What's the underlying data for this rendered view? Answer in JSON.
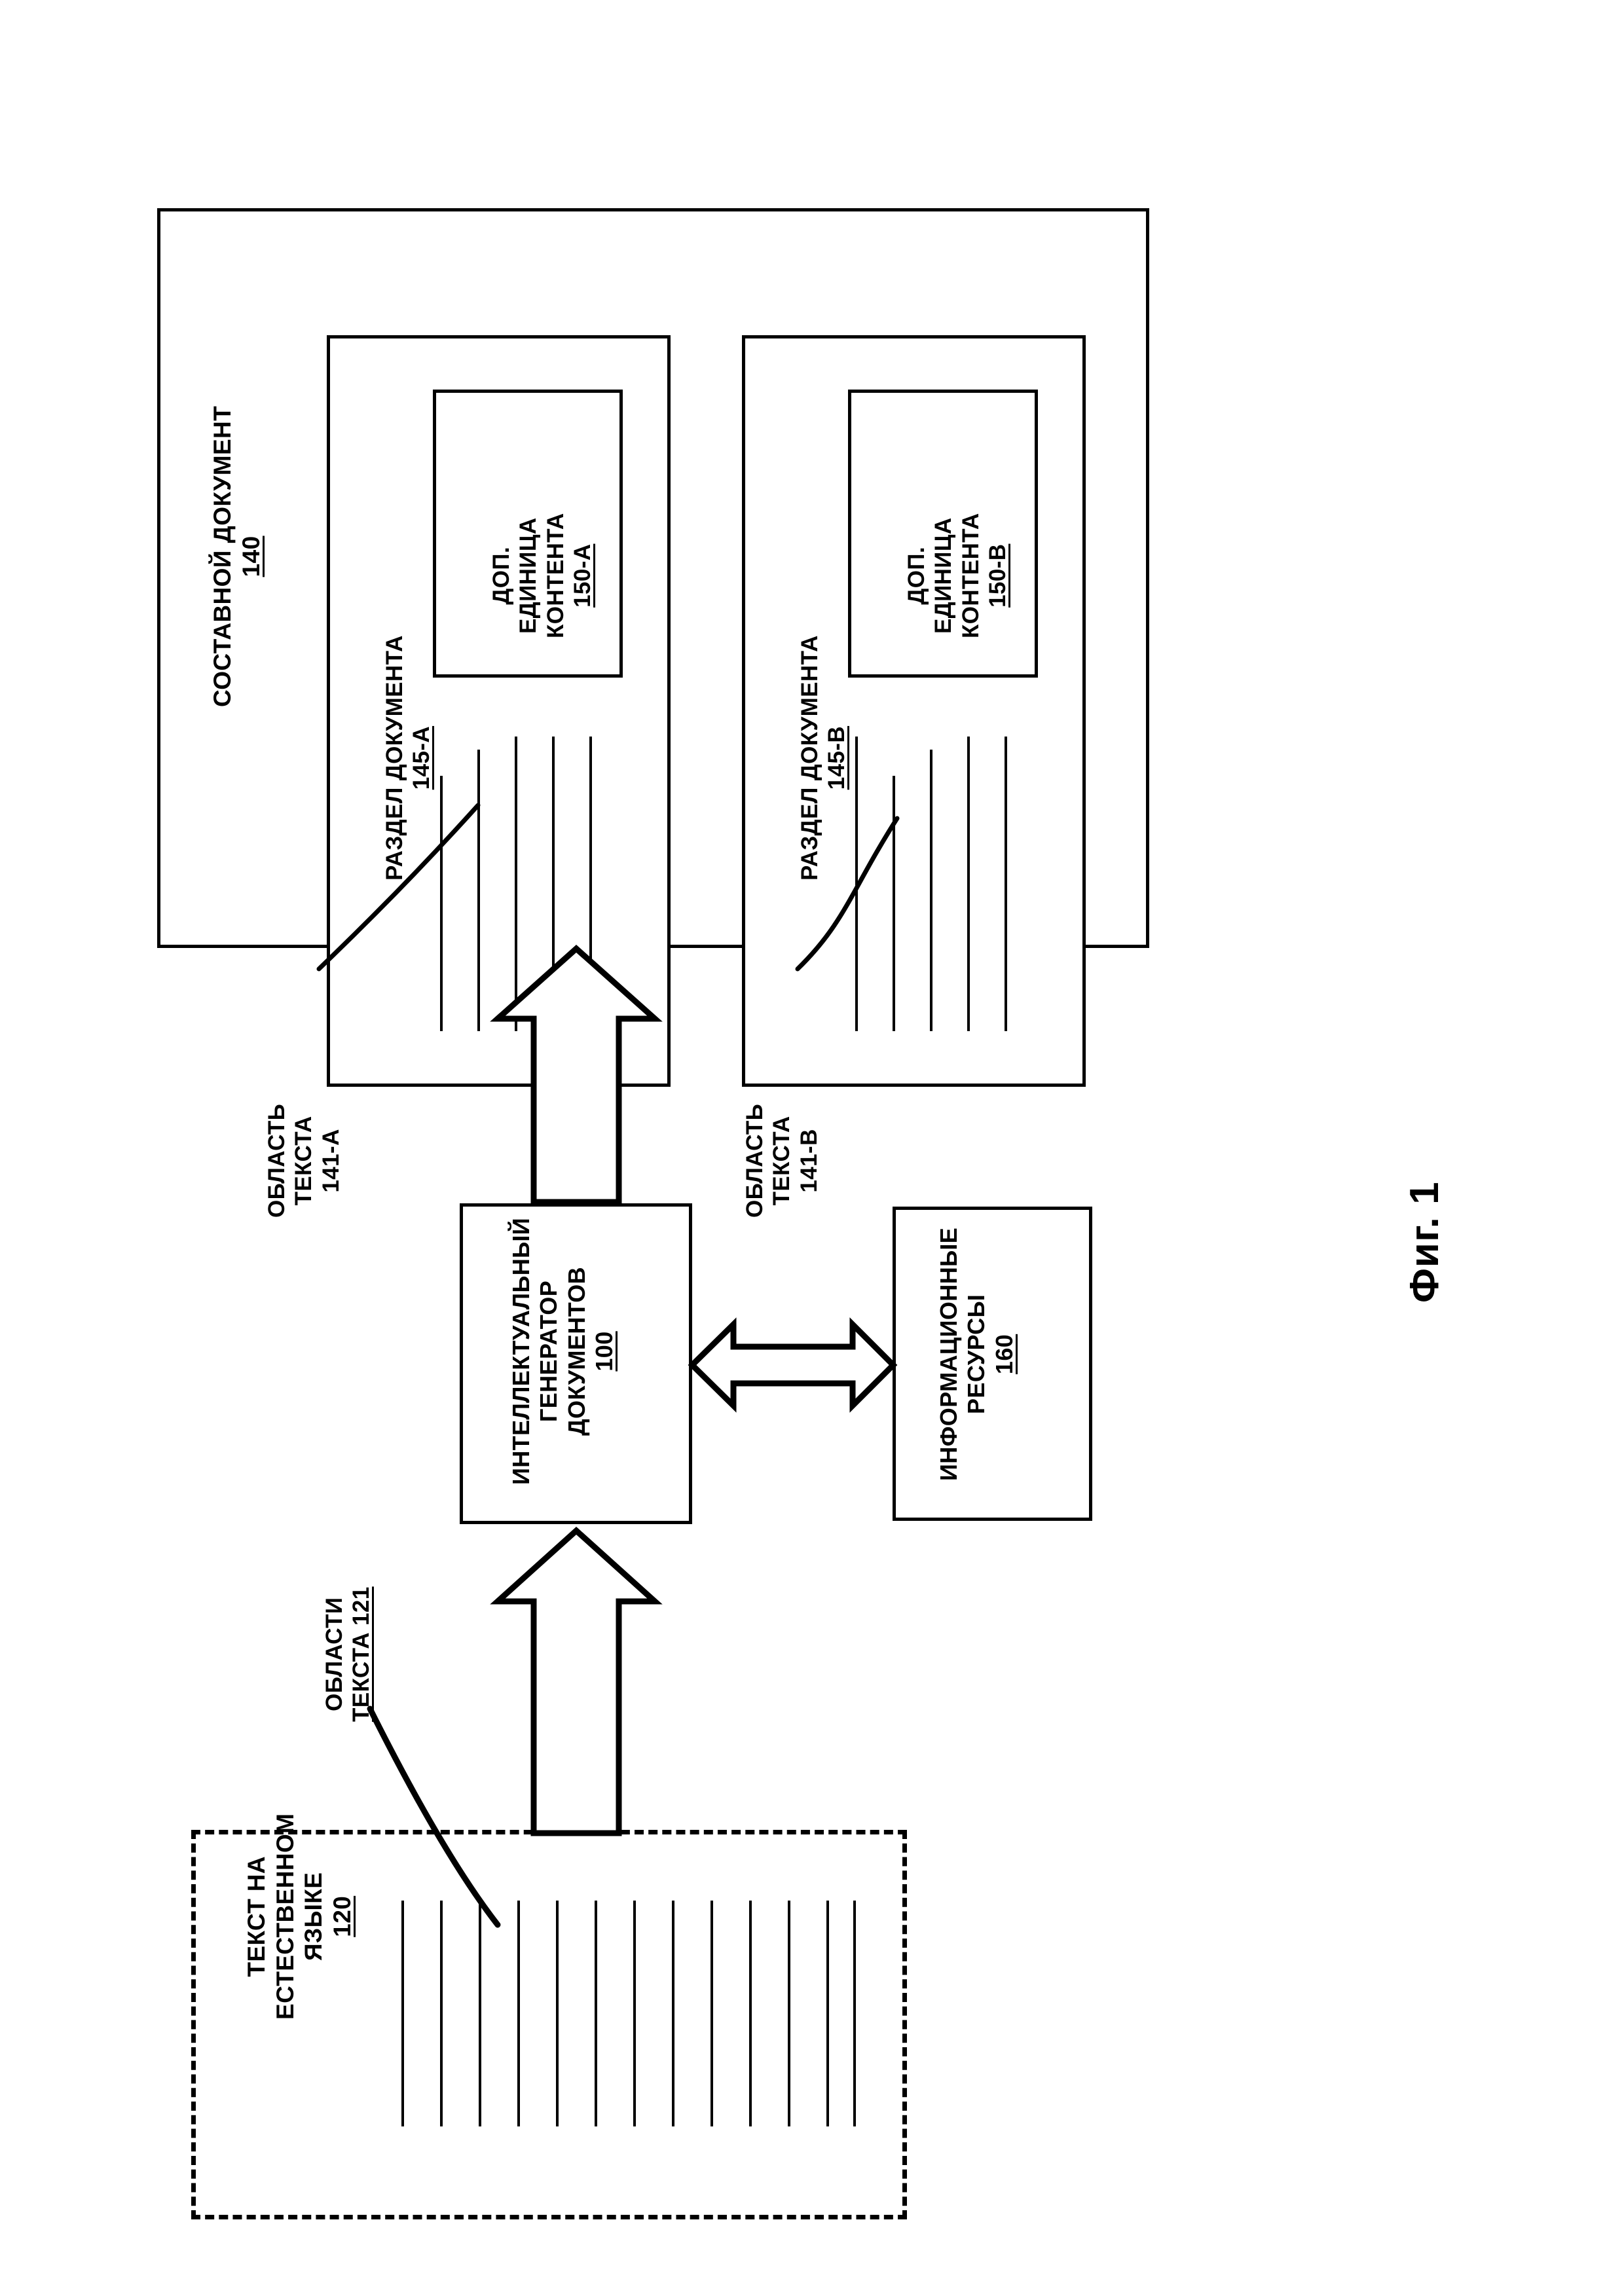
{
  "figure": {
    "caption": "Фиг. 1",
    "language": "ru",
    "orientation": "landscape-rotated-90ccw"
  },
  "blocks": {
    "composite_document": {
      "line1": "СОСТАВНОЙ ДОКУМЕНТ",
      "number": "140"
    },
    "document_section_a": {
      "line1": "РАЗДЕЛ ДОКУМЕНТА",
      "number": "145-A"
    },
    "document_section_b": {
      "line1": "РАЗДЕЛ ДОКУМЕНТА",
      "number": "145-B"
    },
    "content_unit_a": {
      "line1": "ДОП.",
      "line2": "ЕДИНИЦА",
      "line3": "КОНТЕНТА",
      "number": "150-A"
    },
    "content_unit_b": {
      "line1": "ДОП.",
      "line2": "ЕДИНИЦА",
      "line3": "КОНТЕНТА",
      "number": "150-B"
    },
    "generator": {
      "line1": "ИНТЕЛЛЕКТУАЛЬНЫЙ",
      "line2": "ГЕНЕРАТОР",
      "line3": "ДОКУМЕНТОВ",
      "number": "100"
    },
    "information_resources": {
      "line1": "ИНФОРМАЦИОННЫЕ",
      "line2": "РЕСУРСЫ",
      "number": "160"
    },
    "natural_language_text": {
      "line1": "ТЕКСТ НА",
      "line2": "ЕСТЕСТВЕННОМ",
      "line3": "ЯЗЫКЕ",
      "number": "120"
    }
  },
  "callouts": {
    "text_area_141a": {
      "line1": "ОБЛАСТЬ",
      "line2": "ТЕКСТА",
      "number": "141-A"
    },
    "text_area_141b": {
      "line1": "ОБЛАСТЬ",
      "line2": "ТЕКСТА",
      "number": "141-B"
    },
    "text_areas_121": {
      "line1": "ОБЛАСТИ",
      "line2": "ТЕКСТА 121"
    }
  },
  "line_counts": {
    "section_a_text_lines": 5,
    "section_b_text_lines": 5,
    "nl_text_lines": 13
  },
  "colors": {
    "ink": "#000000",
    "paper": "#ffffff"
  }
}
